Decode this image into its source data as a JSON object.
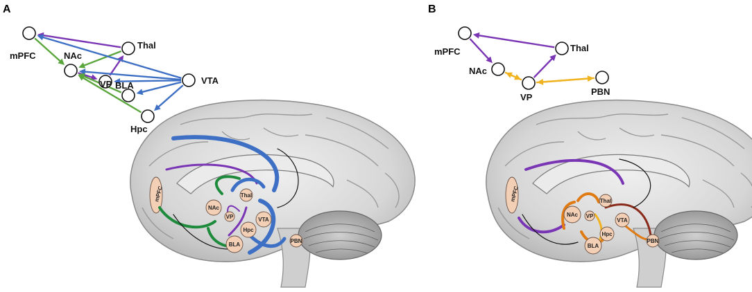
{
  "panels": [
    {
      "letter": "A",
      "network": {
        "nodes": [
          {
            "id": "mPFC",
            "label": "mPFC"
          },
          {
            "id": "NAc",
            "label": "NAc"
          },
          {
            "id": "Thal",
            "label": "Thal"
          },
          {
            "id": "VP",
            "label": "VP"
          },
          {
            "id": "BLA",
            "label": "BLA"
          },
          {
            "id": "VTA",
            "label": "VTA"
          },
          {
            "id": "Hpc",
            "label": "Hpc"
          }
        ],
        "edges": [
          {
            "from": "Thal",
            "to": "mPFC",
            "color": "purple"
          },
          {
            "from": "mPFC",
            "to": "NAc",
            "color": "green"
          },
          {
            "from": "Thal",
            "to": "NAc",
            "color": "green"
          },
          {
            "from": "VP",
            "to": "Thal",
            "color": "purple"
          },
          {
            "from": "NAc",
            "to": "VP",
            "color": "purple"
          },
          {
            "from": "VTA",
            "to": "mPFC",
            "color": "blue"
          },
          {
            "from": "VTA",
            "to": "NAc",
            "color": "blue"
          },
          {
            "from": "VTA",
            "to": "VP",
            "color": "blue"
          },
          {
            "from": "VTA",
            "to": "BLA",
            "color": "blue"
          },
          {
            "from": "VTA",
            "to": "Hpc",
            "color": "blue"
          },
          {
            "from": "BLA",
            "to": "NAc",
            "color": "green"
          },
          {
            "from": "Hpc",
            "to": "NAc",
            "color": "green"
          }
        ]
      },
      "brain_regions": [
        "mPFC",
        "NAc",
        "VP",
        "Thal",
        "Hpc",
        "VTA",
        "BLA",
        "PBN"
      ]
    },
    {
      "letter": "B",
      "network": {
        "nodes": [
          {
            "id": "mPFC",
            "label": "mPFC"
          },
          {
            "id": "Thal",
            "label": "Thal"
          },
          {
            "id": "NAc",
            "label": "NAc"
          },
          {
            "id": "VP",
            "label": "VP"
          },
          {
            "id": "PBN",
            "label": "PBN"
          }
        ],
        "edges": [
          {
            "from": "Thal",
            "to": "mPFC",
            "color": "purple"
          },
          {
            "from": "mPFC",
            "to": "NAc",
            "color": "purple"
          },
          {
            "from": "VP",
            "to": "Thal",
            "color": "purple"
          },
          {
            "from": "VP",
            "to": "NAc",
            "color": "orange"
          },
          {
            "from": "NAc",
            "to": "VP",
            "color": "orange"
          },
          {
            "from": "PBN",
            "to": "VP",
            "color": "orange"
          },
          {
            "from": "VP",
            "to": "PBN",
            "color": "orange"
          }
        ]
      },
      "brain_regions": [
        "mPFC",
        "NAc",
        "VP",
        "Thal",
        "Hpc",
        "VTA",
        "BLA",
        "PBN"
      ]
    }
  ],
  "colors": {
    "purple": "#7a35b5",
    "green": "#5aa63c",
    "blue": "#3d6fc4",
    "orange": "#f0b21e",
    "dark_green": "#1e8a3c",
    "dark_orange": "#e07a12",
    "brain_fill": "#d9d9d9",
    "region_fill": "#f3cfb6"
  }
}
